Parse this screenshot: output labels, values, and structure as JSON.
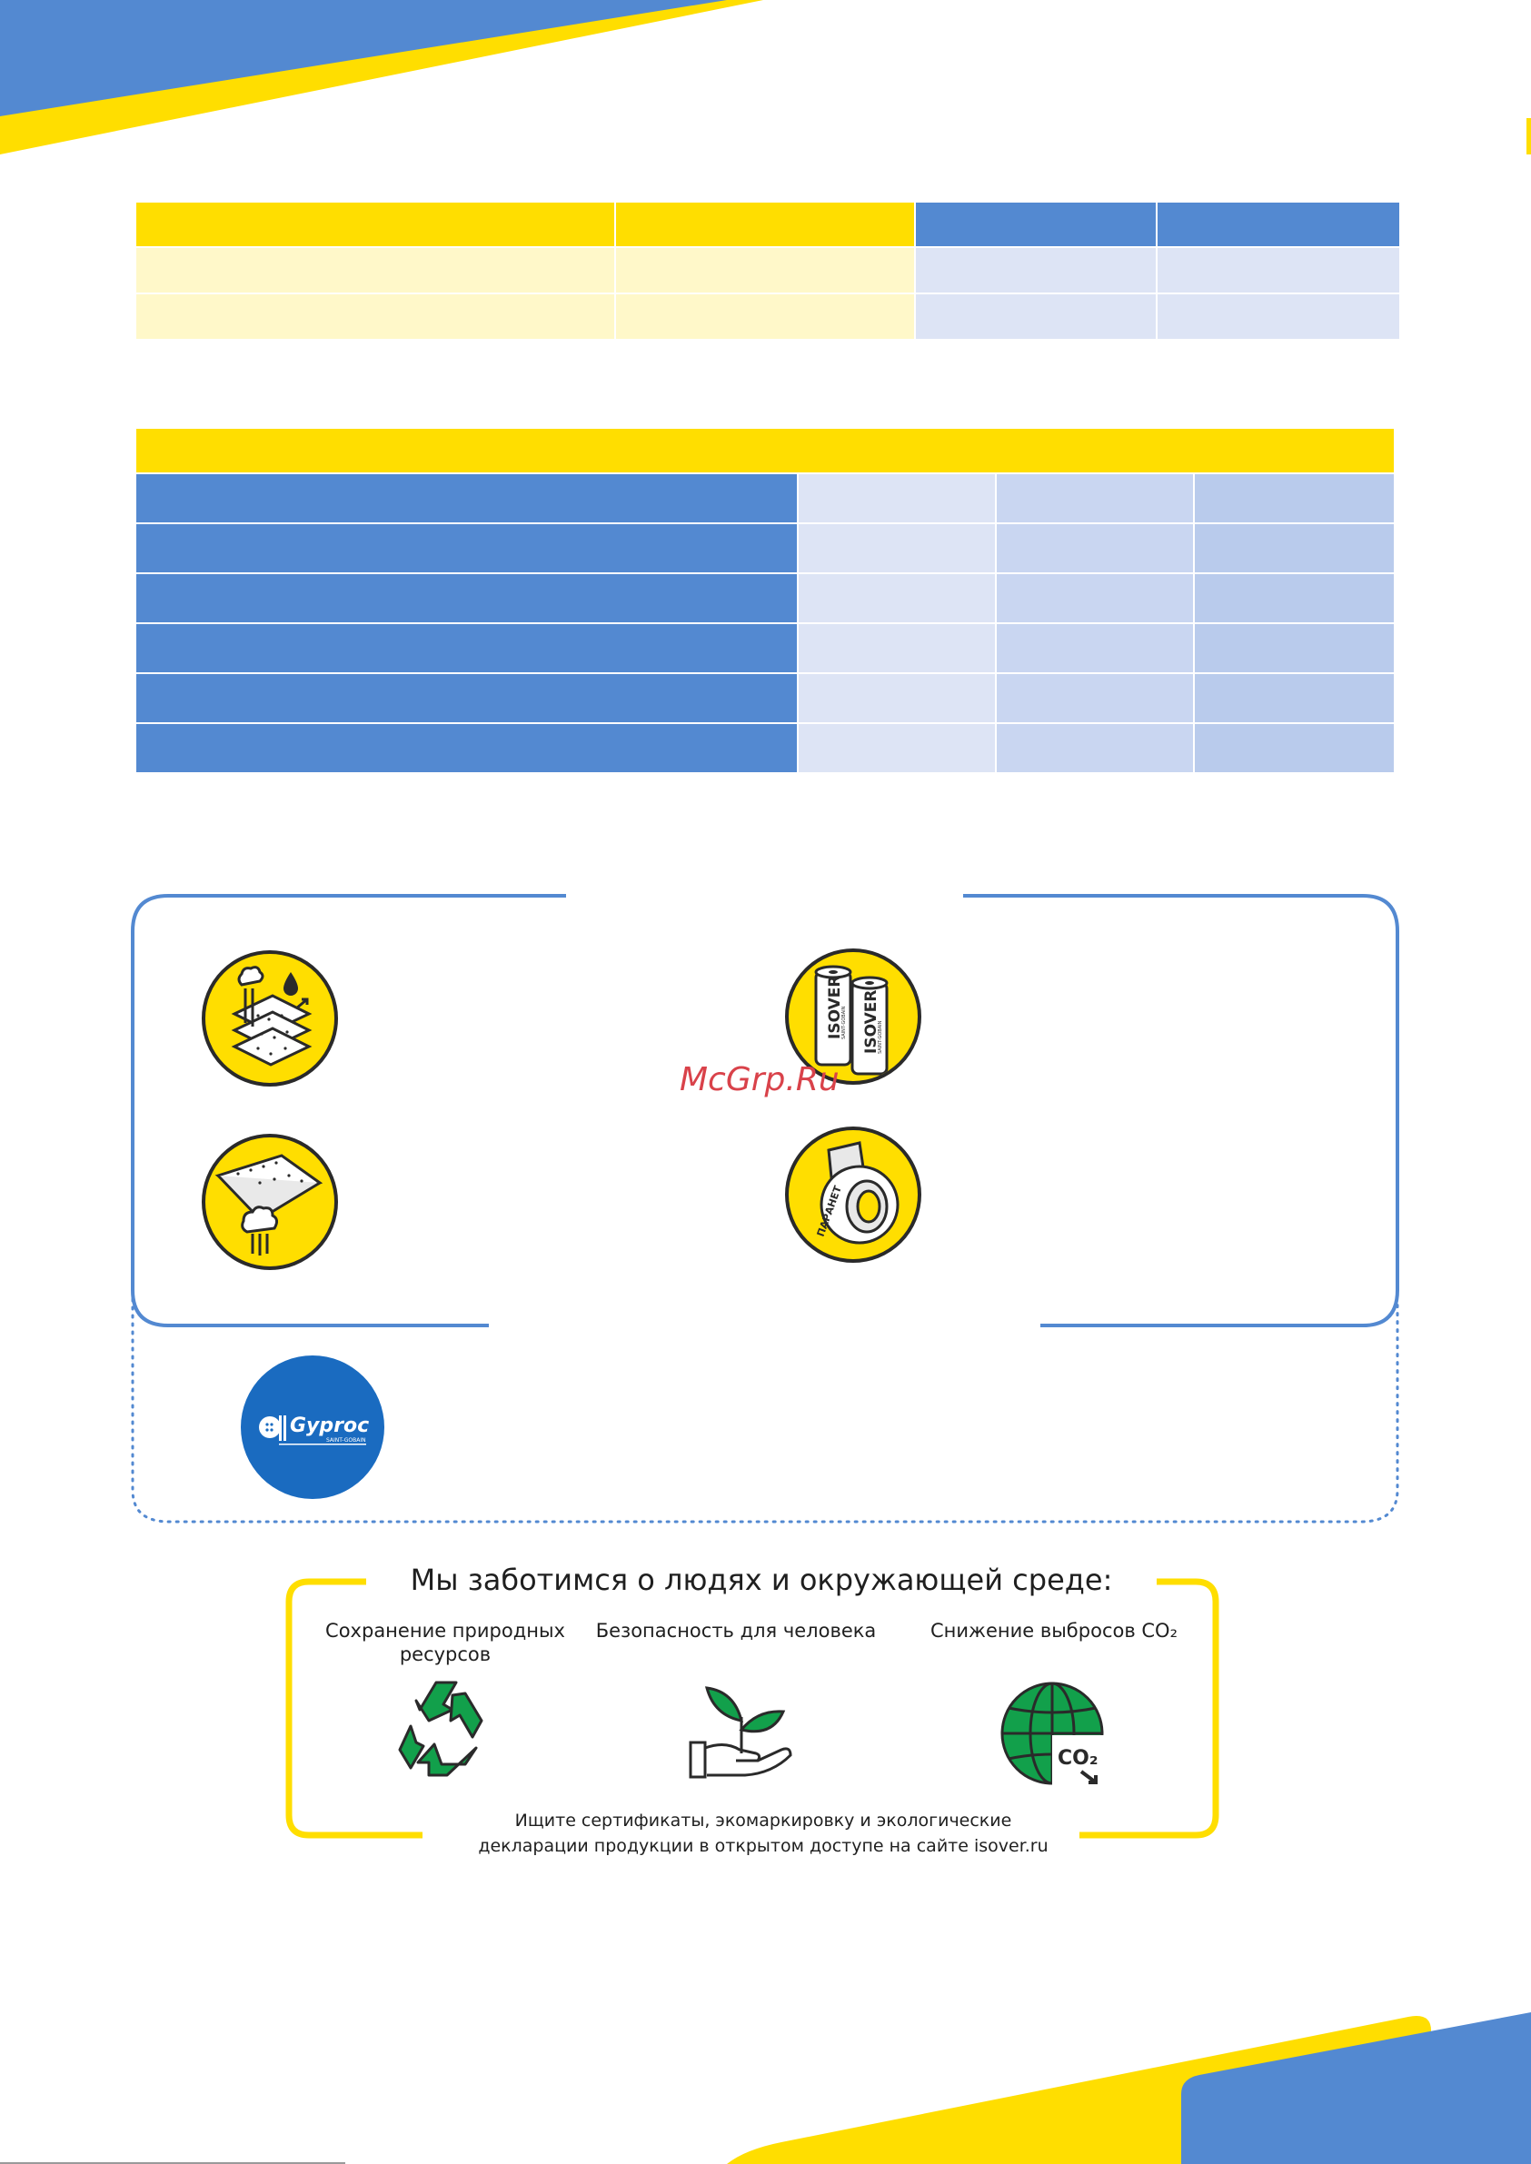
{
  "colors": {
    "yellow": "#FFDE00",
    "blue": "#5389D1",
    "light_yellow": "#FFF8C9",
    "light_blue_1": "#DDE4F5",
    "light_blue_2": "#C9D6F1",
    "light_blue_3": "#B9CBEC",
    "green": "#12A04B",
    "gyproc_blue": "#1A6BC0"
  },
  "watermark": "McGrp.Ru",
  "icons": {
    "membrane_layers": "membrane-vapor-layers-icon",
    "membrane_vapor": "membrane-steam-icon",
    "isover_rolls": "isover-rolls-icon",
    "tape": "tape-roll-icon",
    "gyproc_logo": "gyproc-logo-icon",
    "recycle": "recycle-icon",
    "plant_hand": "plant-in-hand-icon",
    "globe_co2": "globe-co2-icon"
  },
  "rolls": {
    "brand": "ISOVER",
    "sub": "SAINT-GOBAIN"
  },
  "tape_label": "ПАРАНЕТ",
  "gyproc": {
    "brand": "Gyproc",
    "sub": "SAINT-GOBAIN"
  },
  "eco": {
    "title": "Мы заботимся о людях и окружающей среде:",
    "items": [
      {
        "label_line1": "Сохранение природных",
        "label_line2": "ресурсов"
      },
      {
        "label_line1": "Безопасность для человека",
        "label_line2": ""
      },
      {
        "label_line1": "Снижение выбросов CO₂",
        "label_line2": ""
      }
    ],
    "co2_label": "CO₂",
    "footer_line1": "Ищите сертификаты, экомаркировку и экологические",
    "footer_line2": "декларации продукции в открытом доступе на сайте isover.ru"
  }
}
